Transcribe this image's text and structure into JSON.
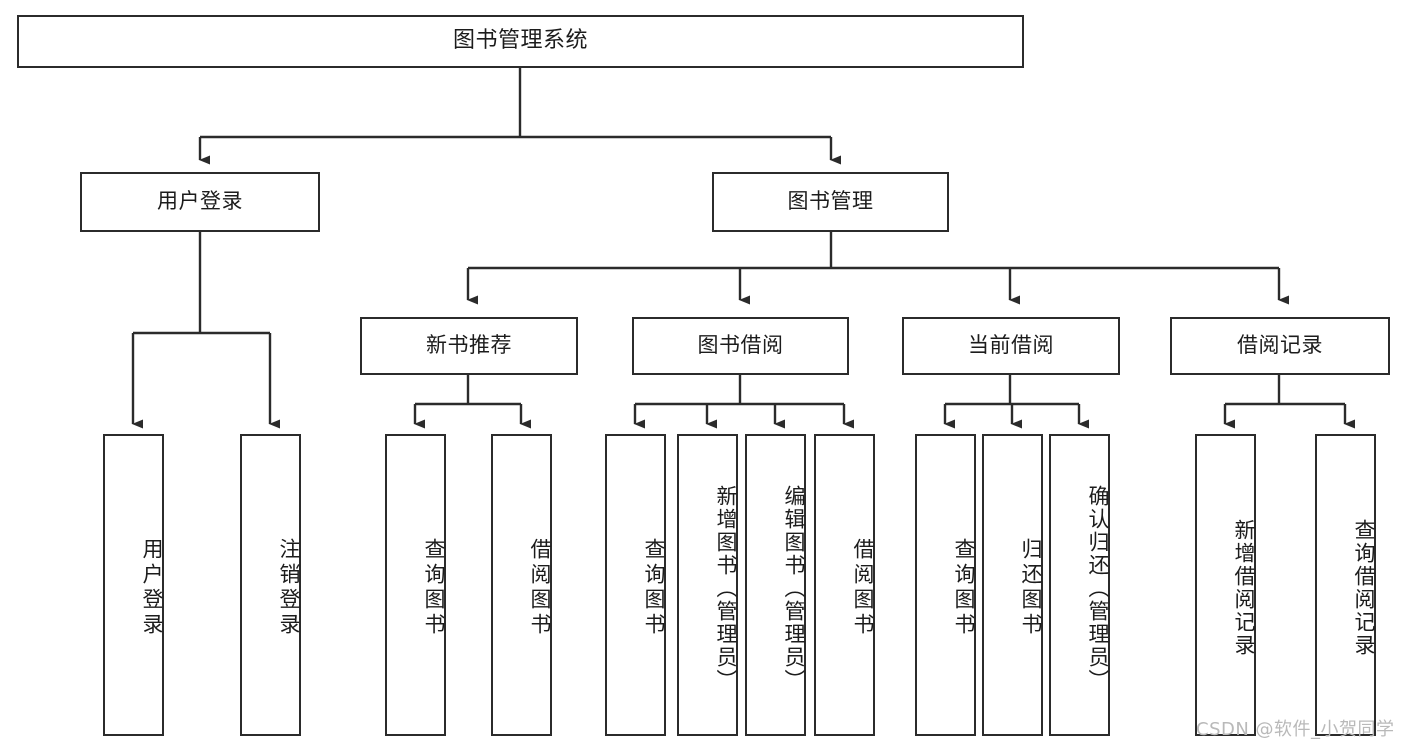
{
  "diagram": {
    "title": "图书管理系统",
    "type": "tree-hierarchy",
    "orientation": "top-down",
    "colors": {
      "stroke": "#2b2b2b",
      "node_fill": "#ffffff",
      "text": "#1c1c1c",
      "background": "#ffffff",
      "watermark": "#b9b9b9"
    }
  },
  "watermark": {
    "text": "CSDN @软件_小贺同学"
  },
  "nodes": {
    "root": {
      "label": "图书管理系统"
    },
    "level2": [
      {
        "id": "user-login",
        "label": "用户登录"
      },
      {
        "id": "book-management",
        "label": "图书管理"
      }
    ],
    "level3": [
      {
        "id": "new-book-recommend",
        "label": "新书推荐"
      },
      {
        "id": "book-borrow",
        "label": "图书借阅"
      },
      {
        "id": "current-borrow",
        "label": "当前借阅"
      },
      {
        "id": "borrow-record",
        "label": "借阅记录"
      }
    ],
    "leaves": {
      "user-login": [
        {
          "id": "leaf-user-login",
          "label": "用户登录"
        },
        {
          "id": "leaf-logout-login",
          "label": "注销登录"
        }
      ],
      "new-book-recommend": [
        {
          "id": "leaf-query-book-1",
          "label": "查询图书"
        },
        {
          "id": "leaf-borrow-book-1",
          "label": "借阅图书"
        }
      ],
      "book-borrow": [
        {
          "id": "leaf-query-book-2",
          "label": "查询图书"
        },
        {
          "id": "leaf-add-book",
          "label": "新增图书（管理员）"
        },
        {
          "id": "leaf-edit-book",
          "label": "编辑图书（管理员）"
        },
        {
          "id": "leaf-borrow-book-2",
          "label": "借阅图书"
        }
      ],
      "current-borrow": [
        {
          "id": "leaf-query-book-3",
          "label": "查询图书"
        },
        {
          "id": "leaf-return-book",
          "label": "归还图书"
        },
        {
          "id": "leaf-confirm-return",
          "label": "确认归还（管理员）"
        }
      ],
      "borrow-record": [
        {
          "id": "leaf-add-record",
          "label": "新增借阅记录"
        },
        {
          "id": "leaf-query-record",
          "label": "查询借阅记录"
        }
      ]
    }
  }
}
